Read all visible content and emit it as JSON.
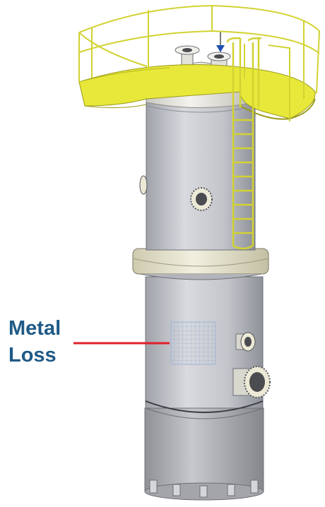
{
  "annotation": {
    "label_line1": "Metal",
    "label_line2": "Loss",
    "label_color": "#1f5a86",
    "leader_color": "#e0202a"
  },
  "colors": {
    "platform": "#e8e83a",
    "shell": "#c9cbd1",
    "head": "#e9e8e2",
    "skirt": "#b4b6bb",
    "flange": "#e6e3cc",
    "grid": "#9fb3d4"
  },
  "icons": [
    "pressure-vessel",
    "top-platform",
    "handrail",
    "ladder",
    "nozzle",
    "manway",
    "inspection-grid",
    "flow-arrow"
  ]
}
